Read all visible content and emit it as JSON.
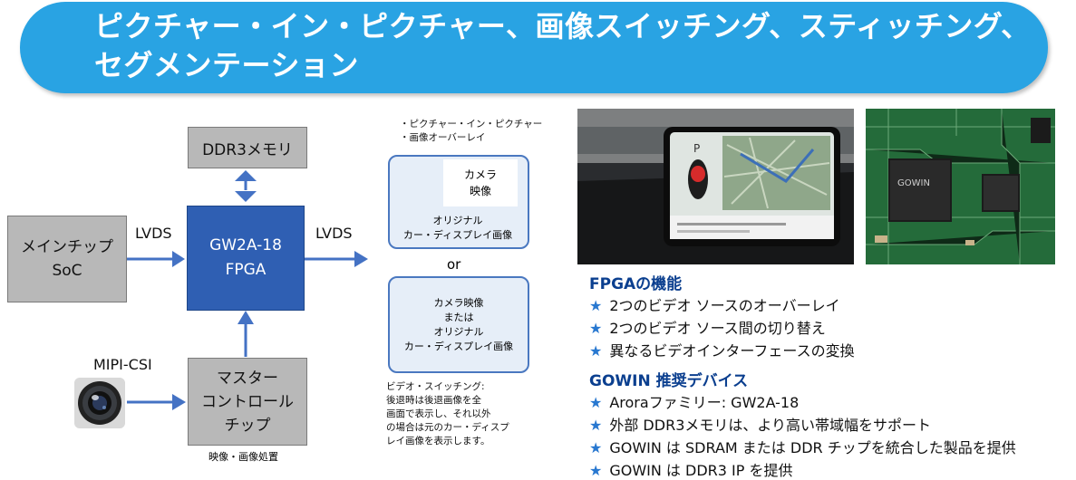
{
  "title": {
    "line1": "ピクチャー・イン・ピクチャー、画像スイッチング、スティッチング、",
    "line2": "セグメンテーション"
  },
  "diagram": {
    "ddr3": "DDR3メモリ",
    "soc_line1": "メインチップ",
    "soc_line2": "SoC",
    "fpga_line1": "GW2A-18",
    "fpga_line2": "FPGA",
    "master_line1": "マスター",
    "master_line2": "コントロール",
    "master_line3": "チップ",
    "lvds_in": "LVDS",
    "lvds_out": "LVDS",
    "mipi": "MIPI-CSI",
    "processing": "映像・画像処置"
  },
  "mockups": {
    "note_line1": "・ピクチャー・イン・ピクチャー",
    "note_line2": "・画像オーバーレイ",
    "cam_line1": "カメラ",
    "cam_line2": "映像",
    "orig_line1": "オリジナル",
    "orig_line2": "カー・ディスプレイ画像",
    "or": "or",
    "s2_line1": "カメラ映像",
    "s2_line2": "または",
    "s2_line3": "オリジナル",
    "s2_line4": "カー・ディスプレイ画像",
    "switch_line1": "ビデオ・スイッチング:",
    "switch_line2": "後退時は後退画像を全",
    "switch_line3": "画面で表示し、それ以外",
    "switch_line4": "の場合は元のカー・ディスプ",
    "switch_line5": "レイ画像を表示します。"
  },
  "features": {
    "heading": "FPGAの機能",
    "items": [
      "2つのビデオ ソースのオーバーレイ",
      "2つのビデオ ソース間の切り替え",
      "異なるビデオインターフェースの変換"
    ]
  },
  "devices": {
    "heading": "GOWIN 推奨デバイス",
    "items": [
      "Aroraファミリー: GW2A-18",
      "外部 DDR3メモリは、より高い帯域幅をサポート",
      "GOWIN は SDRAM または DDR チップを統合した製品を提供",
      "GOWIN は DDR3 IP を提供"
    ]
  },
  "photos": {
    "screen_gear": "P",
    "chip_brand": "GOWIN"
  },
  "colors": {
    "banner": "#29a3e3",
    "fpga": "#2f5fb3",
    "arrow": "#4472c4",
    "heading": "#0b3f8f",
    "star": "#2878d0"
  }
}
